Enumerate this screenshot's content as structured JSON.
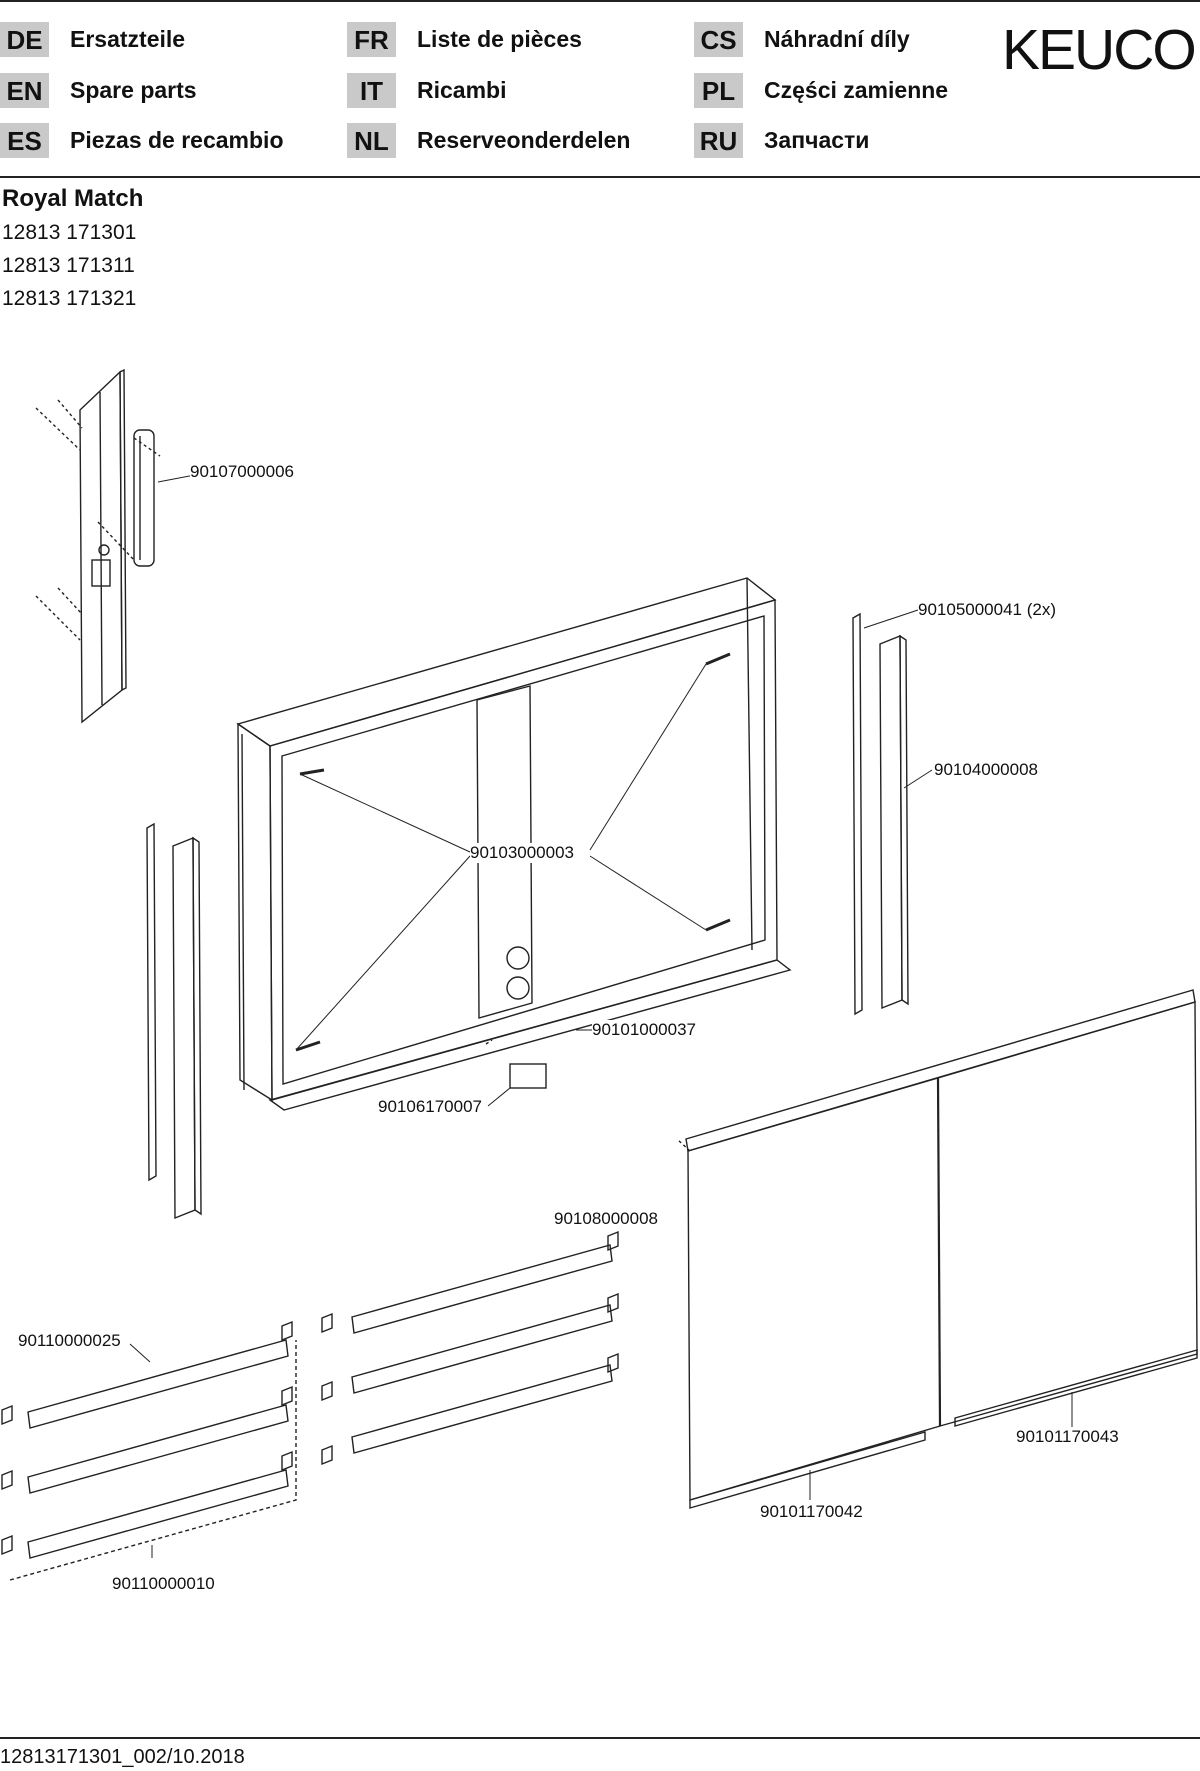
{
  "header": {
    "languages": [
      {
        "code": "DE",
        "label": "Ersatzteile"
      },
      {
        "code": "EN",
        "label": "Spare parts"
      },
      {
        "code": "ES",
        "label": "Piezas de recambio"
      },
      {
        "code": "FR",
        "label": "Liste de pièces"
      },
      {
        "code": "IT",
        "label": "Ricambi"
      },
      {
        "code": "NL",
        "label": "Reserveonderdelen"
      },
      {
        "code": "CS",
        "label": "Náhradní díly"
      },
      {
        "code": "PL",
        "label": "Części zamienne"
      },
      {
        "code": "RU",
        "label": "Запчасти"
      }
    ],
    "logo": "KEUCO"
  },
  "product": {
    "title": "Royal Match",
    "articles": [
      "12813 171301",
      "12813 171311",
      "12813 171321"
    ]
  },
  "parts": [
    {
      "id": "p1",
      "number": "90107000006"
    },
    {
      "id": "p2",
      "number": "90105000041 (2x)"
    },
    {
      "id": "p3",
      "number": "90104000008"
    },
    {
      "id": "p4",
      "number": "90103000003"
    },
    {
      "id": "p5",
      "number": "90101000037"
    },
    {
      "id": "p6",
      "number": "90106170007"
    },
    {
      "id": "p7",
      "number": "90108000008"
    },
    {
      "id": "p8",
      "number": "90110000025"
    },
    {
      "id": "p9",
      "number": "90101170043"
    },
    {
      "id": "p10",
      "number": "90101170042"
    },
    {
      "id": "p11",
      "number": "90110000010"
    }
  ],
  "footer": {
    "doc_id": "12813171301_002/10.2018"
  }
}
